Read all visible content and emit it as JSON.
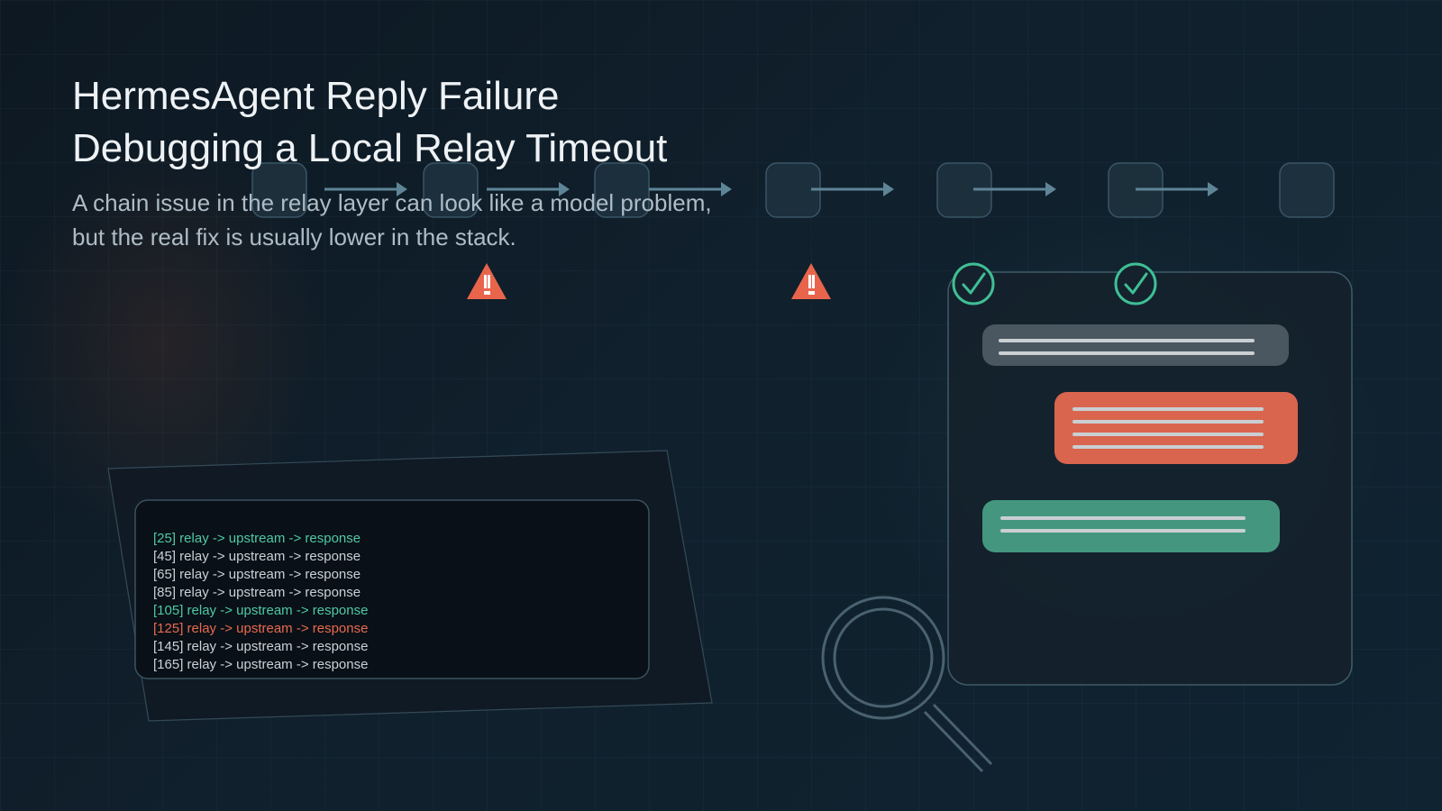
{
  "heading": {
    "line1": "HermesAgent Reply Failure",
    "line2": "Debugging a Local Relay Timeout"
  },
  "subheading": {
    "line1": "A chain issue in the relay layer can look like a model problem,",
    "line2": "but the real fix is usually lower in the stack."
  },
  "pipeline": {
    "node_count": 7,
    "warning_after_nodes": [
      2,
      4
    ],
    "check_after_nodes": [
      5,
      6
    ]
  },
  "log_lines": [
    {
      "text": "[25] relay -> upstream -> response",
      "status": "ok"
    },
    {
      "text": "[45] relay -> upstream -> response",
      "status": "normal"
    },
    {
      "text": "[65] relay -> upstream -> response",
      "status": "normal"
    },
    {
      "text": "[85] relay -> upstream -> response",
      "status": "normal"
    },
    {
      "text": "[105] relay -> upstream -> response",
      "status": "ok"
    },
    {
      "text": "[125] relay -> upstream -> response",
      "status": "error"
    },
    {
      "text": "[145] relay -> upstream -> response",
      "status": "normal"
    },
    {
      "text": "[165] relay -> upstream -> response",
      "status": "normal"
    }
  ],
  "chat_bubbles": [
    {
      "role": "system",
      "color": "#4a5660",
      "lines": 2
    },
    {
      "role": "error",
      "color": "#d9654e",
      "lines": 4
    },
    {
      "role": "success",
      "color": "#44977e",
      "lines": 2
    }
  ],
  "colors": {
    "ok": "#4ec9a8",
    "error": "#e86a4f",
    "normal": "#c9d2d8",
    "warning": "#e8654c",
    "check": "#3fbf95",
    "node_fill": "#1f3340",
    "node_stroke": "#3a5566",
    "arrow": "#5e8597"
  },
  "icons": [
    "warning-icon",
    "check-icon",
    "magnifier-icon"
  ]
}
